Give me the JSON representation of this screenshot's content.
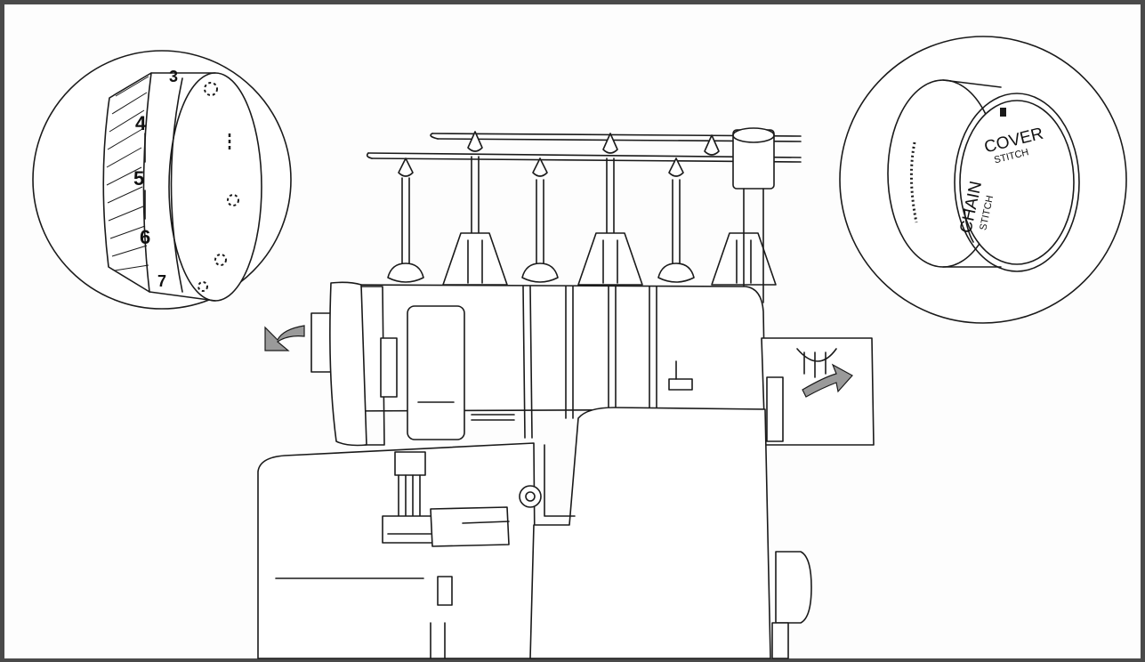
{
  "left_callout": {
    "dial_numbers": [
      "3",
      "4",
      "5",
      "6",
      "7"
    ]
  },
  "right_callout": {
    "cover_label": "COVER",
    "cover_sub": "STITCH",
    "chain_label": "CHAIN",
    "chain_sub": "STITCH"
  },
  "colors": {
    "frame": "#4a4a4a",
    "line": "#1a1a1a",
    "arrow_fill": "#9a9a9a"
  }
}
